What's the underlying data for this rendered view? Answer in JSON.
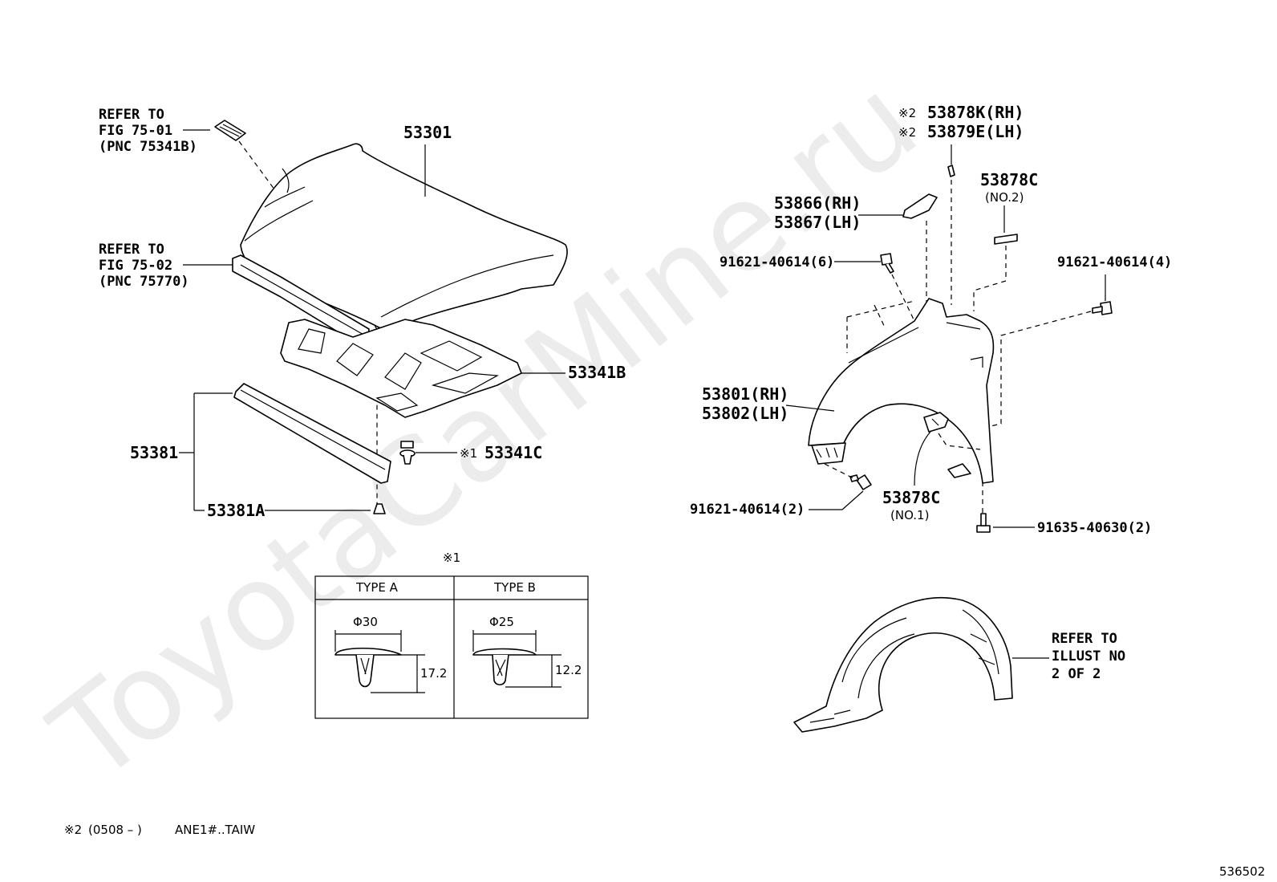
{
  "watermark": "ToyotaCarMine.ru",
  "hood_section": {
    "refer_a": [
      "REFER TO",
      "FIG 75-01",
      "(PNC 75341B)"
    ],
    "refer_b": [
      "REFER TO",
      "FIG 75-02",
      "(PNC 75770)"
    ],
    "hood": "53301",
    "insulator": "53341B",
    "clip": "53341C",
    "clip_mark": "※1",
    "seal": "53381",
    "seal_clip": "53381A"
  },
  "clip_table": {
    "mark": "※1",
    "type_a": {
      "header": "TYPE  A",
      "diameter": "Φ30",
      "height": "17.2"
    },
    "type_b": {
      "header": "TYPE  B",
      "diameter": "Φ25",
      "height": "12.2"
    }
  },
  "fender_section": {
    "mark2": "※2",
    "protector_rh": "53878K(RH)",
    "protector_lh": "53879E(LH)",
    "seal_rh": "53866(RH)",
    "seal_lh": "53867(LH)",
    "cushion_no2": "53878C",
    "cushion_no2_sub": "(NO.2)",
    "bolt_6": "91621-40614(6)",
    "bolt_4": "91621-40614(4)",
    "fender_rh": "53801(RH)",
    "fender_lh": "53802(LH)",
    "cushion_no1": "53878C",
    "cushion_no1_sub": "(NO.1)",
    "bolt_2": "91621-40614(2)",
    "screw_2": "91635-40630(2)"
  },
  "liner_section": {
    "refer": [
      "REFER TO",
      "ILLUST NO",
      "2 OF 2"
    ]
  },
  "footnote": {
    "mark": "※2",
    "range": "(0508 –     )",
    "model": "ANE1#..TAIW"
  },
  "figure_number": "536502"
}
